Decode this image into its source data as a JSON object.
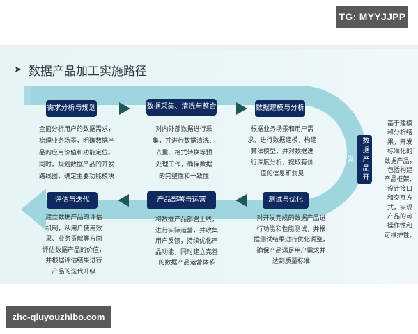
{
  "watermarks": {
    "top": "TG: MYYJJPP",
    "bottom": "zhc-qiuyouzhibo.com"
  },
  "title": {
    "bullet_icon": "arrowhead-bullet-icon",
    "text": "数据产品加工实施路径"
  },
  "colors": {
    "path_band": "#9fd6dd",
    "stage_box": "#0e2a5e",
    "arrow": "#1f5a58",
    "background": "#e6f4f6"
  },
  "stages": [
    {
      "label": "需求分析与规划",
      "desc": [
        "全面分析用户的数据需求，",
        "梳理业务场景，明确数据产",
        "品的应用价值和功能定位。",
        "同时，规划数据产品的开发",
        "路线图，确定主要功能模块"
      ]
    },
    {
      "label": "数据采集、清洗与整合",
      "desc": [
        "对内外部数据进行采",
        "集，并进行数据清洗、",
        "去重、格式转换等预",
        "处理工作，确保数据",
        "的完整性和一致性"
      ]
    },
    {
      "label": "数据建模与分析",
      "desc": [
        "根据业务场景和用户需",
        "求，进行数据建模，构建",
        "算法模型，并对数据进",
        "行深度分析，提取有价",
        "值的信息和洞见"
      ]
    },
    {
      "label": "数据产品开发",
      "desc": [
        "基于建模",
        "和分析结",
        "果，开发",
        "标准化的",
        "数据产品，",
        "包括构建",
        "产品框架、",
        "设计接口",
        "和交互方",
        "式，实现",
        "产品的可",
        "操作性和",
        "可维护性。"
      ]
    },
    {
      "label": "测试与优化",
      "desc": [
        "对开发完成的数据产品进",
        "行功能和性能测试，并根",
        "据测试结果进行优化调整，",
        "确保产品满足用户需求并",
        "达到质量标准"
      ]
    },
    {
      "label": "产品部署与运营",
      "desc": [
        "将数据产品部署上线，",
        "进行实际运营，并收集",
        "用户反馈，持续优化产",
        "品功能，同时建立完善",
        "的数据产品运营体系"
      ]
    },
    {
      "label": "评估与迭代",
      "desc": [
        "建立数据产品的评估",
        "机制，从用户使用效",
        "果、业务贡献等方面",
        "评估数据产品的价值，",
        "并根据评估结果进行",
        "产品的迭代升级"
      ]
    }
  ],
  "flow_arrows": [
    {
      "icon": "play-right-icon"
    },
    {
      "icon": "play-right-icon"
    },
    {
      "icon": "play-left-icon"
    },
    {
      "icon": "play-left-icon"
    }
  ]
}
